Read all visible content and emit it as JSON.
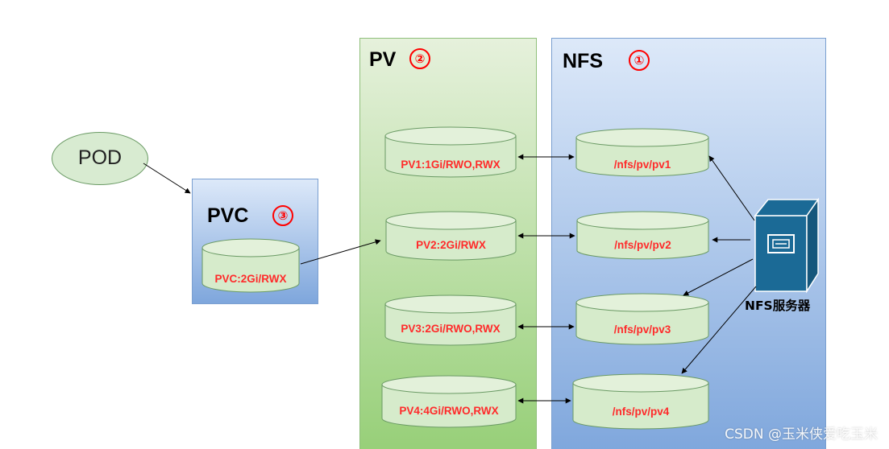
{
  "pod": {
    "label": "POD"
  },
  "pvc": {
    "title": "PVC",
    "badge": "③",
    "claim": "PVC:2Gi/RWX"
  },
  "pv": {
    "title": "PV",
    "badge": "②",
    "volumes": [
      "PV1:1Gi/RWO,RWX",
      "PV2:2Gi/RWX",
      "PV3:2Gi/RWO,RWX",
      "PV4:4Gi/RWO,RWX"
    ]
  },
  "nfs": {
    "title": "NFS",
    "badge": "①",
    "paths": [
      "/nfs/pv/pv1",
      "/nfs/pv/pv2",
      "/nfs/pv/pv3",
      "/nfs/pv/pv4"
    ],
    "server_label": "NFS服务器"
  },
  "watermark": "CSDN @玉米侠爱吃玉米",
  "colors": {
    "label_red": "#ff2a2a",
    "badge_red": "#ff0000",
    "pv_panel": "#a3d48a",
    "nfs_panel": "#86aedf",
    "server_blue": "#1b6a96"
  }
}
